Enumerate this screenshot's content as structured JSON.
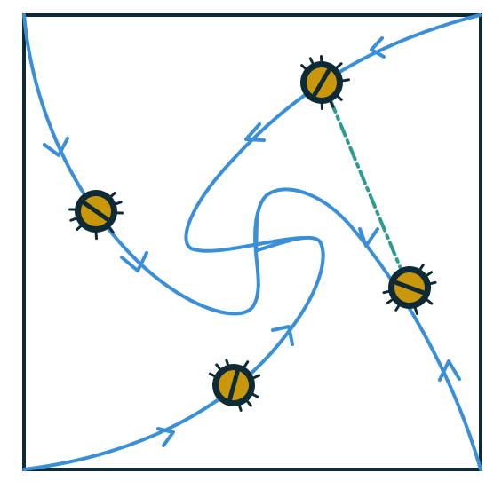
{
  "colors": {
    "background": "#ffffff",
    "frame": "#0d2a35",
    "path": "#3a8fd6",
    "arrow": "#3a8fd6",
    "connector": "#2a9d8f",
    "bug_shell": "#0d2a35",
    "bug_body": "#c9970c",
    "bug_stripe": "#0d2a35"
  },
  "icons": {
    "bug": "beetle-icon",
    "arrow": "chevron-arrow-icon"
  },
  "diagram": {
    "title": "",
    "bugs": [
      "bug-top",
      "bug-left",
      "bug-bottom",
      "bug-right"
    ],
    "connector": {
      "from": "bug-top",
      "to": "bug-right",
      "style": "dash-dot"
    }
  }
}
